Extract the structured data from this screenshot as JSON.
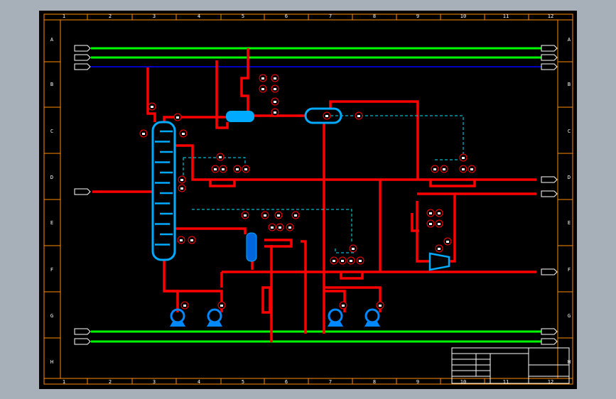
{
  "drawing": {
    "column_labels": [
      "1",
      "2",
      "3",
      "4",
      "5",
      "6",
      "7",
      "8",
      "9",
      "10",
      "11",
      "12"
    ],
    "row_labels": [
      "A",
      "B",
      "C",
      "D",
      "E",
      "F",
      "G",
      "H"
    ],
    "colors": {
      "background": "#000000",
      "border": "#ff8c00",
      "process_line": "#ff0000",
      "utility_green": "#00ff00",
      "utility_blue": "#0000ff",
      "equipment": "#00aaff",
      "signal": "#00e5ff",
      "valve": "#cc00ff"
    }
  }
}
